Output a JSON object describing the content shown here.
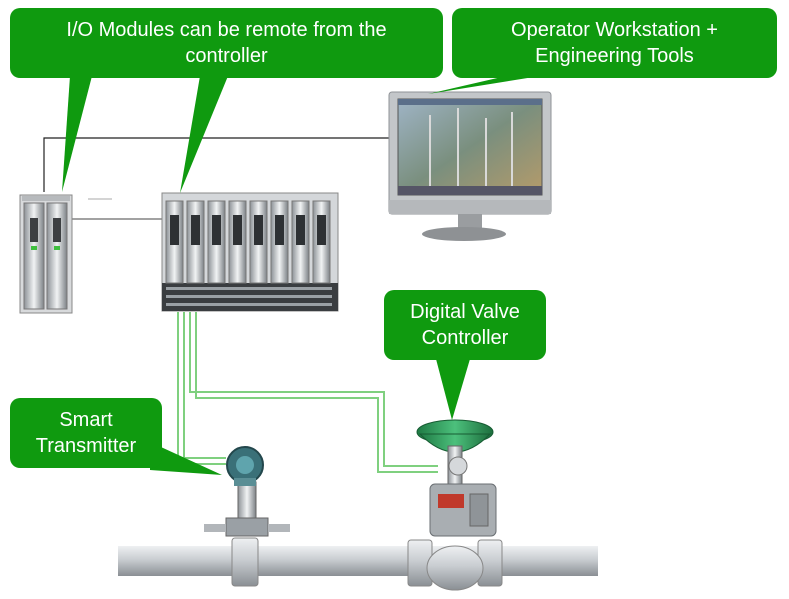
{
  "callouts": {
    "io_modules": {
      "line1": "I/O Modules can be remote from the",
      "line2": "controller"
    },
    "operator_workstation": {
      "line1": "Operator Workstation +",
      "line2": "Engineering Tools"
    },
    "digital_valve": {
      "line1": "Digital Valve",
      "line2": "Controller"
    },
    "smart_transmitter": {
      "line1": "Smart",
      "line2": "Transmitter"
    }
  },
  "colors": {
    "callout_green": "#0f9a0f",
    "signal_line": "#7fd07f",
    "pipe_gray": "#c9cdd1",
    "valve_green": "#2f9a5a"
  },
  "icons": {
    "controller": "controller-rack-icon",
    "io_rack": "io-module-rack-icon",
    "workstation": "monitor-icon",
    "transmitter": "transmitter-icon",
    "valve": "valve-icon",
    "pipe": "pipe-icon"
  }
}
